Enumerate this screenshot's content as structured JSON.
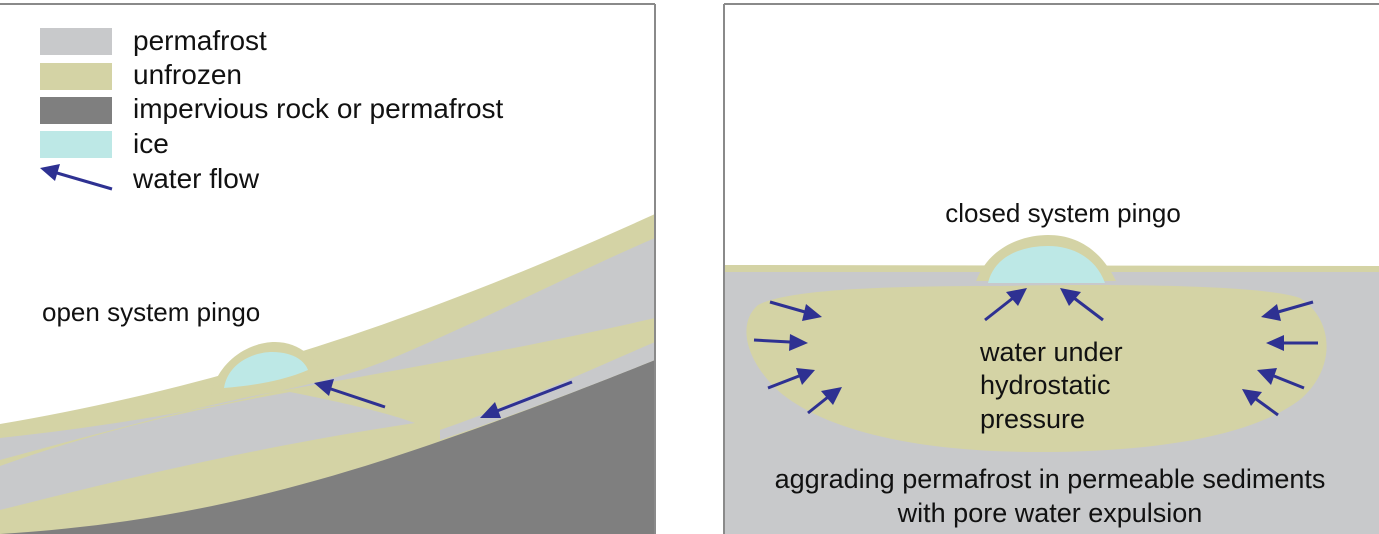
{
  "colors": {
    "permafrost": "#c8c9cb",
    "unfrozen": "#d4d3a5",
    "rock": "#7f7f7f",
    "ice": "#bde8e6",
    "arrow": "#2e3192",
    "frame": "#8a8a8a"
  },
  "legend": {
    "permafrost": "permafrost",
    "unfrozen": "unfrozen",
    "rock": "impervious rock or permafrost",
    "ice": "ice",
    "water_flow": "water flow"
  },
  "left_panel": {
    "title": "open system pingo"
  },
  "right_panel": {
    "title": "closed system pingo",
    "center_label": [
      "water under",
      "hydrostatic",
      "pressure"
    ],
    "bottom_label": [
      "aggrading permafrost in permeable sediments",
      "with pore water expulsion"
    ]
  }
}
